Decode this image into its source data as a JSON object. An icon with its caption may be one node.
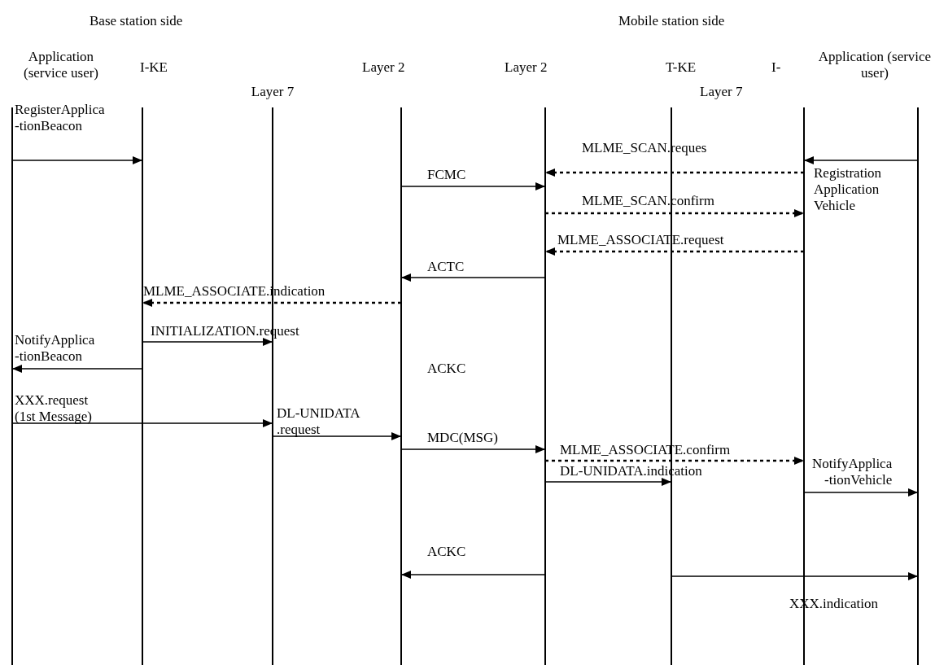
{
  "diagram": {
    "nodes": [
      {
        "text": [
          "Application (service user)"
        ]
      },
      {
        "text": [
          "I-KE"
        ]
      },
      {
        "text": [
          "Layer 7"
        ]
      },
      {
        "text": [
          "Layer 2"
        ]
      },
      {
        "text": [
          "Layer 2"
        ]
      },
      {
        "text": [
          "T-KE"
        ]
      },
      {
        "text": [
          "I-"
        ]
      },
      {
        "text": [
          "Application (service user)"
        ]
      }
    ],
    "edges": [
      {
        "from": 0,
        "to": 1,
        "arrow": "to",
        "label": "RegisterApplica -tionBeacon"
      },
      {
        "from": 7,
        "to": 6,
        "arrow": "to",
        "label": "Registration Application Vehicle"
      },
      {
        "from": 6,
        "to": 4,
        "arrow": "to",
        "label": "MLME_SCAN.reques",
        "style": "dashed"
      },
      {
        "from": 3,
        "to": 4,
        "arrow": "to",
        "label": "FCMC"
      },
      {
        "from": 4,
        "to": 6,
        "arrow": "to",
        "label": "MLME_SCAN.confirm",
        "style": "dashed"
      },
      {
        "from": 6,
        "to": 4,
        "arrow": "to",
        "label": "MLME_ASSOCIATE.request",
        "style": "dashed"
      },
      {
        "from": 4,
        "to": 3,
        "arrow": "to",
        "label": "ACTC"
      },
      {
        "from": 3,
        "to": 1,
        "arrow": "to",
        "label": "MLME_ASSOCIATE.indication",
        "style": "dashed"
      },
      {
        "from": 1,
        "to": 2,
        "arrow": "to",
        "label": "INITIALIZATION.request"
      },
      {
        "from": 1,
        "to": 0,
        "arrow": "to",
        "label": "NotifyApplica -tionBeacon"
      },
      {
        "from": 0,
        "to": 2,
        "arrow": "to",
        "label": "XXX.request (1st Message)"
      },
      {
        "from": 2,
        "to": 3,
        "arrow": "to",
        "label": "DL-UNIDATA .request"
      },
      {
        "from": 3,
        "to": 4,
        "arrow": "to",
        "label": "MDC(MSG)"
      },
      {
        "from": 4,
        "to": 6,
        "arrow": "to",
        "label": "MLME_ASSOCIATE.confirm",
        "style": "dashed"
      },
      {
        "from": 4,
        "to": 5,
        "arrow": "to",
        "label": "DL-UNIDATA.indication"
      },
      {
        "from": 6,
        "to": 7,
        "arrow": "to",
        "label": "NotifyApplica -tionVehicle"
      },
      {
        "from": 4,
        "to": 3,
        "arrow": "to",
        "label": "ACKC"
      },
      {
        "from": 5,
        "to": 7,
        "arrow": "to",
        "label": "XXX.indication"
      }
    ],
    "labels": [
      "Base station side",
      "Mobile station side",
      "Layer 7",
      "ACKC"
    ]
  }
}
